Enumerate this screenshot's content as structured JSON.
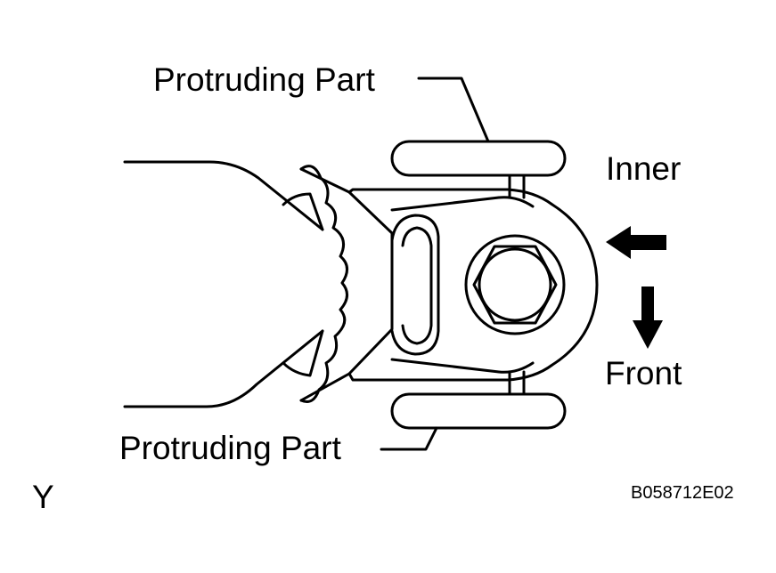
{
  "labels": {
    "protruding_top": "Protruding Part",
    "protruding_bottom": "Protruding Part",
    "inner": "Inner",
    "front": "Front",
    "view": "Y",
    "figure_code": "B058712E02"
  },
  "colors": {
    "line": "#000000",
    "background": "#ffffff"
  }
}
